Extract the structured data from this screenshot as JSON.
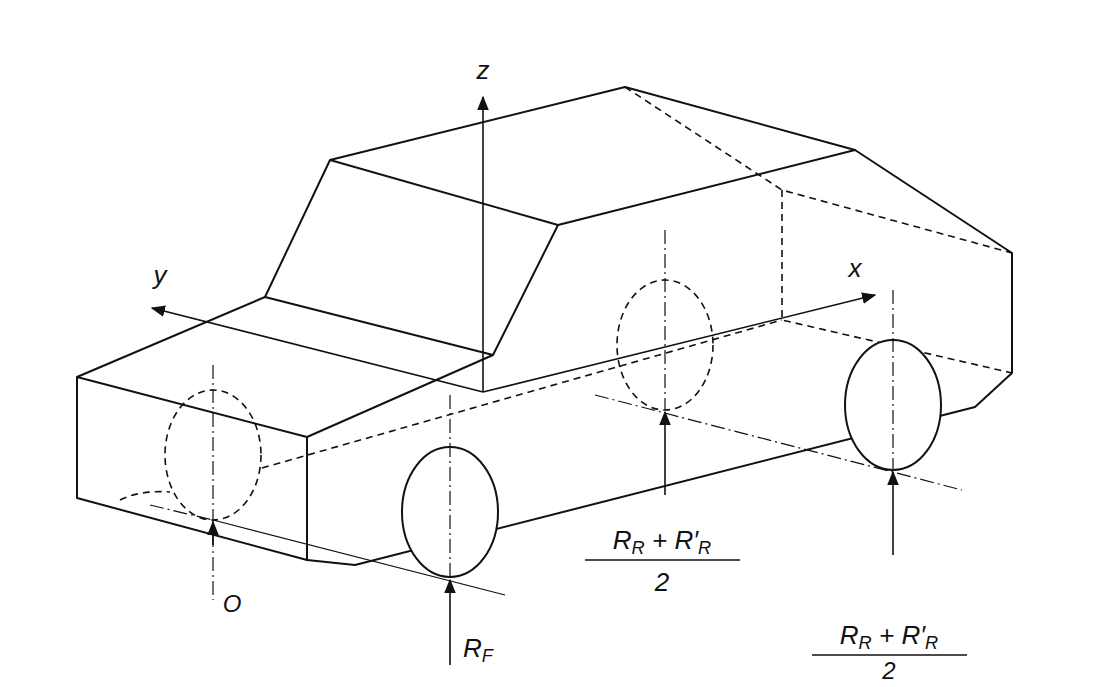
{
  "diagram": {
    "labels": [
      "z",
      "y",
      "x",
      "O",
      "RF",
      "RR + R′R",
      "2",
      "RR + R′R",
      "2"
    ]
  }
}
